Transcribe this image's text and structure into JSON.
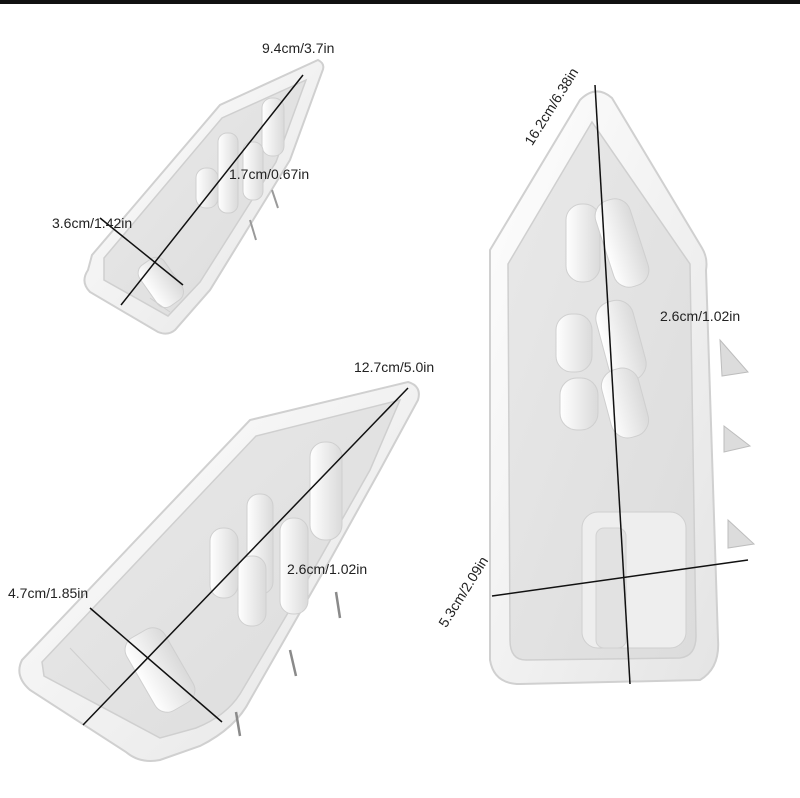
{
  "molds": {
    "small": {
      "length": "9.4cm/3.7in",
      "width": "3.6cm/1.42in",
      "height": "1.7cm/0.67in"
    },
    "medium": {
      "length": "12.7cm/5.0in",
      "width": "4.7cm/1.85in",
      "height": "2.6cm/1.02in"
    },
    "large": {
      "length": "16.2cm/6.38in",
      "width": "5.3cm/2.09in",
      "height": "2.6cm/1.02in"
    }
  },
  "colors": {
    "mold": "#f2f2f2",
    "mold_shadow": "#d6d6d6",
    "line": "#111111",
    "background": "#ffffff"
  }
}
